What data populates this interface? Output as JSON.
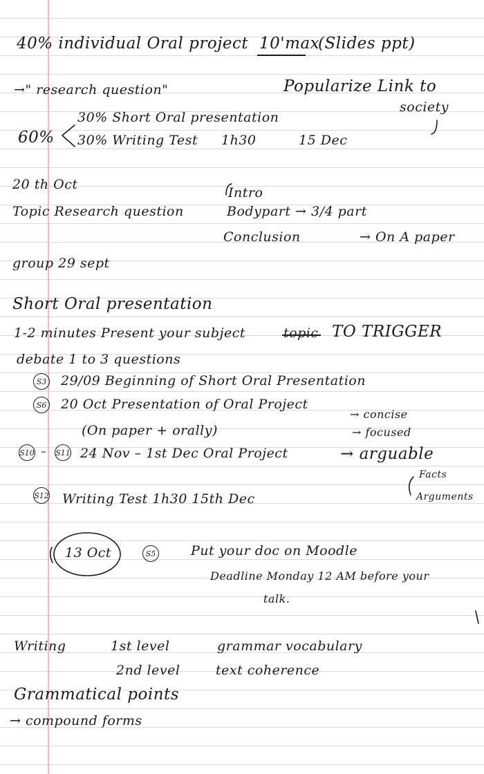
{
  "notes": {
    "l01": "40% individual Oral project",
    "l01_time": "10'max",
    "l01_paren": "(Slides ppt)",
    "l02_arrow": "→\" research question\"",
    "l02_right": "Popularize  Link to",
    "l02b": "society",
    "l03": "30% Short Oral presentation",
    "l04_pct": "60%",
    "l04": "30% Writing Test",
    "l04_time": "1h30",
    "l04_date": "15 Dec",
    "l05": "20 th  Oct",
    "l05_intro": "Intro",
    "l06": "Topic   Research question",
    "l06_body": "Bodypart → 3/4 part",
    "l07_concl": "Conclusion",
    "l07_paper": "→ On A paper",
    "l08": "group   29 sept",
    "l09": "Short Oral presentation",
    "l10_a": "1-2 minutes   Present your subject",
    "l10_strike": "topic",
    "l10_b": "TO TRIGGER",
    "l11": "debate   1 to 3 questions",
    "b_s3": "S3",
    "l12": "29/09  Beginning of Short Oral Presentation",
    "b_s6": "S6",
    "l13": "20 Oct   Presentation of Oral Project",
    "l13_concise": "→ concise",
    "l14": "(On paper + orally)",
    "l14_focused": "→ focused",
    "b_s10": "S10",
    "b_s11": "S11",
    "l15": "24 Nov – 1st Dec   Oral Project",
    "l15_arg": "→ arguable",
    "l15_facts": "Facts",
    "l16_args": "Arguments",
    "b_s12": "S12",
    "l16": "Writing Test   1h30   15th Dec",
    "l17_date": "13 Oct",
    "b_s5": "S5",
    "l17": "Put your doc on Moodle",
    "l18": "Deadline Monday 12 AM before your",
    "l19": "talk.",
    "l20_a": "Writing",
    "l20_b": "1st level",
    "l20_c": "grammar  vocabulary",
    "l21_b": "2nd level",
    "l21_c": "text coherence",
    "l22": "Grammatical points",
    "l23": "→ compound forms"
  },
  "colors": {
    "ink": "#1a1a1a",
    "rule": "#d9d9d9",
    "margin": "#f3b9c0"
  }
}
